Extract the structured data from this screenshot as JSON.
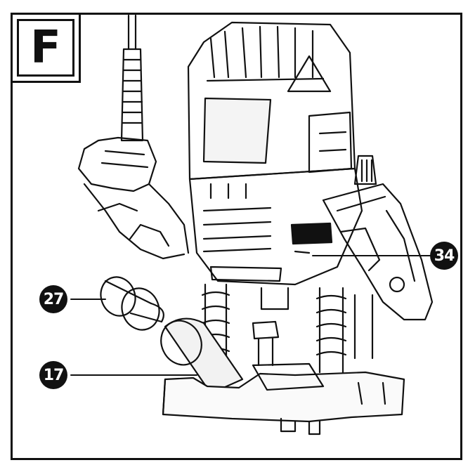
{
  "figure": {
    "letter": "F"
  },
  "callouts": [
    {
      "id": "27",
      "label": "27"
    },
    {
      "id": "17",
      "label": "17"
    },
    {
      "id": "34",
      "label": "34"
    }
  ],
  "colors": {
    "ink": "#111111",
    "paper": "#ffffff",
    "shade": "#d9d9d9"
  }
}
